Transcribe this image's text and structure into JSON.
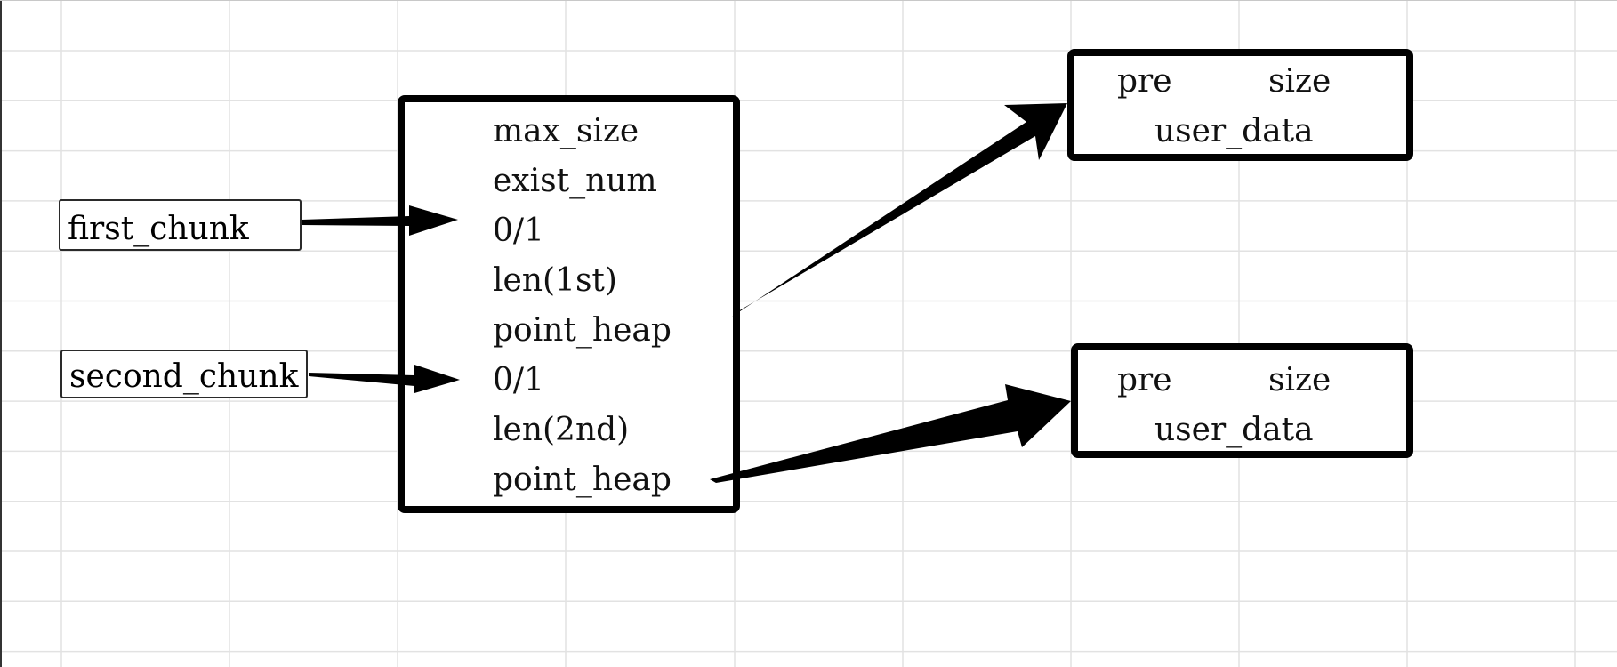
{
  "labels": {
    "first_chunk": "first_chunk",
    "second_chunk": "second_chunk"
  },
  "struct_fields": [
    "max_size",
    "exist_num",
    "0/1",
    "len(1st)",
    "point_heap",
    "0/1",
    "len(2nd)",
    "point_heap"
  ],
  "chunks": [
    {
      "pre": "pre",
      "size": "size",
      "user_data": "user_data"
    },
    {
      "pre": "pre",
      "size": "size",
      "user_data": "user_data"
    }
  ],
  "colors": {
    "line": "#000000",
    "grid": "#e2e2e2",
    "background": "#ffffff"
  }
}
